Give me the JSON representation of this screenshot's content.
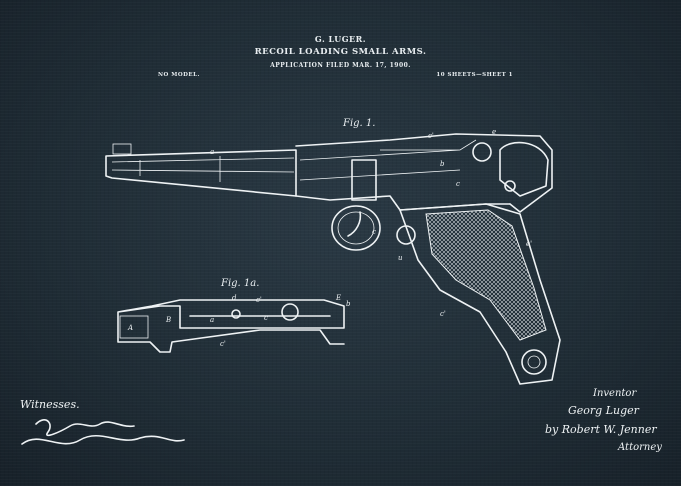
{
  "header": {
    "inventor": "G. LUGER.",
    "title": "RECOIL LOADING SMALL ARMS.",
    "filed": "APPLICATION FILED MAR. 17, 1900.",
    "model": "NO MODEL.",
    "sheets": "10 SHEETS—SHEET 1"
  },
  "figures": {
    "fig1": "Fig. 1.",
    "fig1a": "Fig. 1a."
  },
  "signatures": {
    "witnesses_label": "Witnesses.",
    "inventor_label": "Inventor",
    "inventor_signature": "Georg Luger",
    "attorney_line": "by Robert W. Jenner",
    "attorney_label": "Attorney"
  },
  "colors": {
    "background": "#1f2c35",
    "ink": "#eef2f4"
  }
}
